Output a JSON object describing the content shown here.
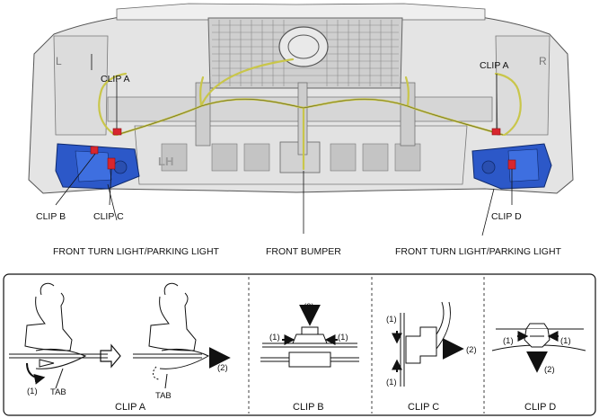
{
  "top_labels": {
    "clip_a_left": "CLIP A",
    "clip_a_right": "CLIP A",
    "clip_b": "CLIP B",
    "clip_c": "CLIP C",
    "clip_d": "CLIP D",
    "turn_light_left": "FRONT TURN LIGHT/PARKING LIGHT",
    "front_bumper": "FRONT BUMPER",
    "turn_light_right": "FRONT TURN LIGHT/PARKING LIGHT",
    "side_left": "L",
    "side_right": "R",
    "lh_mark": "LH"
  },
  "panels": {
    "clip_a": {
      "caption": "CLIP A",
      "step1": "(1)",
      "step2": "(2)",
      "tab": "TAB"
    },
    "clip_b": {
      "caption": "CLIP B",
      "s1_left": "(1)",
      "s1_right": "(1)",
      "s2": "(2)"
    },
    "clip_c": {
      "caption": "CLIP C",
      "s1_top": "(1)",
      "s1_bottom": "(1)",
      "s2": "(2)"
    },
    "clip_d": {
      "caption": "CLIP D",
      "s1_left": "(1)",
      "s1_right": "(1)",
      "s2": "(2)"
    }
  },
  "colors": {
    "lamp_blue": "#2c58c8",
    "clip_red": "#d8262e",
    "harness": "#c9c64a",
    "body_gray": "#d9d9d9"
  }
}
